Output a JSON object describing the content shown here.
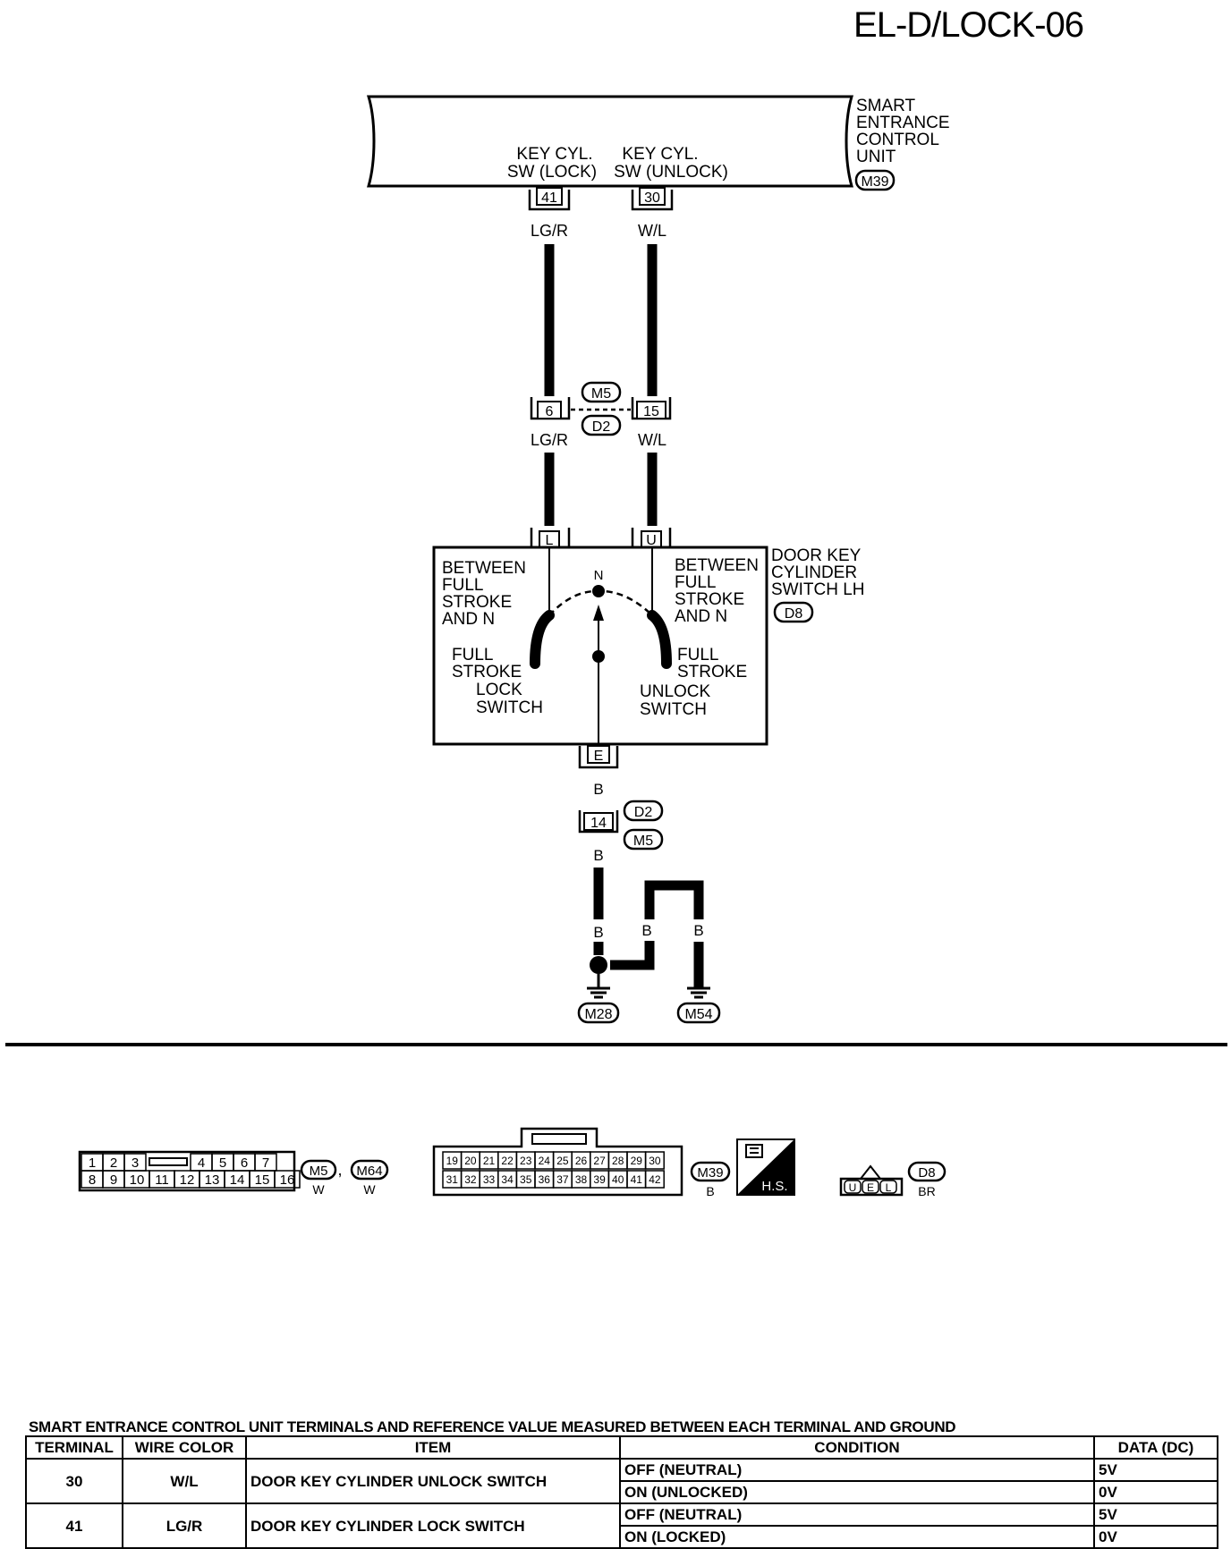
{
  "page_id": "EL-D/LOCK-06",
  "control_unit": {
    "name_lines": [
      "SMART",
      "ENTRANCE",
      "CONTROL",
      "UNIT"
    ],
    "connector": "M39",
    "pins": [
      {
        "terminal": "41",
        "label_lines": [
          "KEY CYL.",
          "SW (LOCK)"
        ],
        "wire": "LG/R"
      },
      {
        "terminal": "30",
        "label_lines": [
          "KEY CYL.",
          "SW (UNLOCK)"
        ],
        "wire": "W/L"
      }
    ]
  },
  "junction": {
    "connectors": [
      "M5",
      "D2"
    ],
    "pins": [
      {
        "terminal": "6",
        "wire": "LG/R"
      },
      {
        "terminal": "15",
        "wire": "W/L"
      }
    ]
  },
  "switch": {
    "name_lines": [
      "DOOR KEY",
      "CYLINDER",
      "SWITCH LH"
    ],
    "connector": "D8",
    "terminals": [
      "L",
      "U",
      "E"
    ],
    "center_label": "N",
    "left_note_lines": [
      "BETWEEN",
      "FULL",
      "STROKE",
      "AND N"
    ],
    "right_note_lines": [
      "BETWEEN",
      "FULL",
      "STROKE",
      "AND N"
    ],
    "lock_switch_lines": [
      "FULL",
      "STROKE",
      "LOCK",
      "SWITCH"
    ],
    "unlock_switch_lines": [
      "FULL",
      "STROKE",
      "UNLOCK",
      "SWITCH"
    ]
  },
  "ground_path": {
    "wire": "B",
    "connector_pin": "14",
    "connectors": [
      "D2",
      "M5"
    ],
    "grounds": [
      "M28",
      "M54"
    ]
  },
  "connector_views": {
    "m5": {
      "row1": [
        "1",
        "2",
        "3",
        "",
        "4",
        "5",
        "6",
        "7"
      ],
      "row2": [
        "8",
        "9",
        "10",
        "11",
        "12",
        "13",
        "14",
        "15",
        "16"
      ],
      "labels": [
        "M5",
        "M64"
      ],
      "separator": ",",
      "colors": [
        "W",
        "W"
      ]
    },
    "m39": {
      "row1": [
        "19",
        "20",
        "21",
        "22",
        "23",
        "24",
        "25",
        "26",
        "27",
        "28",
        "29",
        "30"
      ],
      "row2": [
        "31",
        "32",
        "33",
        "34",
        "35",
        "36",
        "37",
        "38",
        "39",
        "40",
        "41",
        "42"
      ],
      "label": "M39",
      "color": "B",
      "hs_label": "H.S."
    },
    "d8": {
      "pins": [
        "U",
        "E",
        "L"
      ],
      "label": "D8",
      "color": "BR"
    }
  },
  "reference_table": {
    "caption": "SMART ENTRANCE CONTROL UNIT TERMINALS AND REFERENCE VALUE MEASURED BETWEEN EACH TERMINAL AND GROUND",
    "headers": [
      "TERMINAL",
      "WIRE COLOR",
      "ITEM",
      "CONDITION",
      "DATA (DC)"
    ],
    "rows": [
      {
        "terminal": "30",
        "wire": "W/L",
        "item": "DOOR KEY CYLINDER UNLOCK SWITCH",
        "conditions": [
          {
            "condition": "OFF (NEUTRAL)",
            "data": "5V"
          },
          {
            "condition": "ON (UNLOCKED)",
            "data": "0V"
          }
        ]
      },
      {
        "terminal": "41",
        "wire": "LG/R",
        "item": "DOOR KEY CYLINDER LOCK SWITCH",
        "conditions": [
          {
            "condition": "OFF (NEUTRAL)",
            "data": "5V"
          },
          {
            "condition": "ON (LOCKED)",
            "data": "0V"
          }
        ]
      }
    ]
  }
}
